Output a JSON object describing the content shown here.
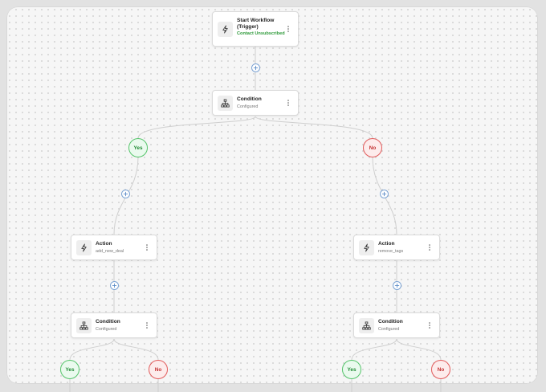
{
  "workflow": {
    "nodes": [
      {
        "key": "start",
        "title": "Start Workflow (Trigger)",
        "status": "Contact Unsubscribed",
        "icon": "lightning-icon"
      },
      {
        "key": "cond-root",
        "title": "Condition",
        "subtitle": "Configured",
        "icon": "hierarchy-icon"
      },
      {
        "key": "action-yes",
        "title": "Action",
        "subtitle": "add_new_deal",
        "icon": "lightning-icon"
      },
      {
        "key": "action-no",
        "title": "Action",
        "subtitle": "remove_tags",
        "icon": "lightning-icon"
      },
      {
        "key": "cond-yes",
        "title": "Condition",
        "subtitle": "Configured",
        "icon": "hierarchy-icon"
      },
      {
        "key": "cond-no",
        "title": "Condition",
        "subtitle": "Configured",
        "icon": "hierarchy-icon"
      }
    ],
    "branch_labels": {
      "yes": "Yes",
      "no": "No"
    }
  },
  "colors": {
    "yes_border": "#55c46a",
    "no_border": "#e25b5b",
    "add_button_border": "#7da4d4",
    "status_text": "#2e9a3a"
  }
}
